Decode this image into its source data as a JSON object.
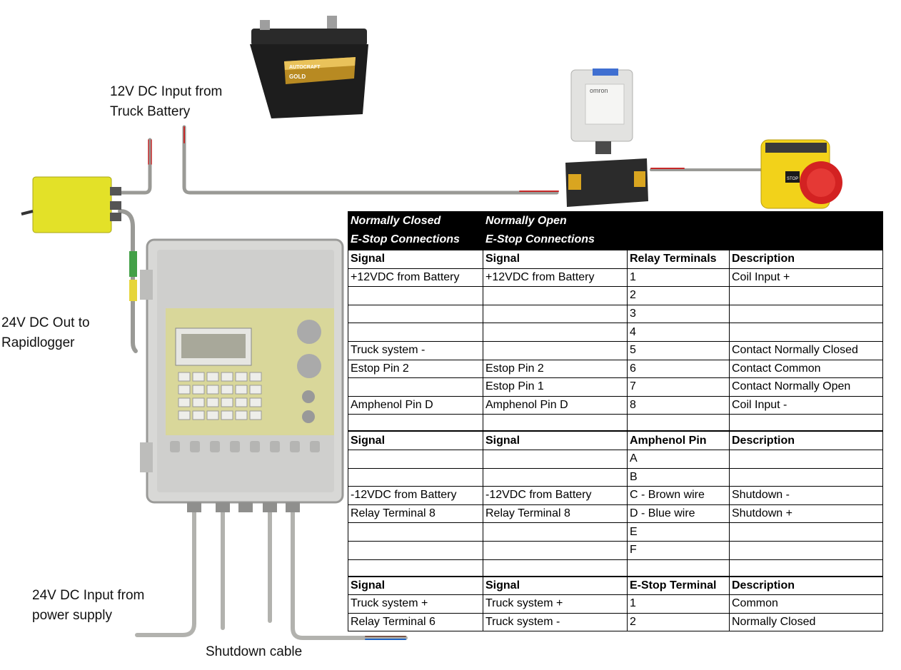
{
  "labels": {
    "battery_input": [
      "12V DC Input from",
      "Truck Battery"
    ],
    "out_rapidlogger": [
      "24V DC Out to",
      "Rapidlogger"
    ],
    "input_power_supply": [
      "24V DC Input from",
      "power supply"
    ],
    "shutdown_cable": "Shutdown cable"
  },
  "battery": {
    "brand": "AUTOCRAFT",
    "line": "GOLD"
  },
  "relay": {
    "brand": "omron"
  },
  "estop": {
    "label": "STOP"
  },
  "table": {
    "header_dark": [
      [
        "Normally Closed",
        "Normally Open",
        "",
        ""
      ],
      [
        "E-Stop Connections",
        "E-Stop Connections",
        "",
        ""
      ]
    ],
    "sections": [
      {
        "headers": [
          "Signal",
          "Signal",
          "Relay Terminals",
          "Description"
        ],
        "rows": [
          [
            "+12VDC from Battery",
            "+12VDC from Battery",
            "1",
            "Coil Input +"
          ],
          [
            "",
            "",
            "2",
            ""
          ],
          [
            "",
            "",
            "3",
            ""
          ],
          [
            "",
            "",
            "4",
            ""
          ],
          [
            "Truck system -",
            "",
            "5",
            "Contact Normally Closed"
          ],
          [
            "Estop Pin 2",
            "Estop Pin 2",
            "6",
            "Contact Common"
          ],
          [
            "",
            "Estop Pin 1",
            "7",
            "Contact Normally Open"
          ],
          [
            "Amphenol Pin D",
            "Amphenol Pin D",
            "8",
            "Coil Input -"
          ],
          [
            "",
            "",
            "",
            ""
          ]
        ]
      },
      {
        "headers": [
          "Signal",
          "Signal",
          "Amphenol Pin",
          "Description"
        ],
        "rows": [
          [
            "",
            "",
            "A",
            ""
          ],
          [
            "",
            "",
            "B",
            ""
          ],
          [
            "-12VDC from Battery",
            "-12VDC from Battery",
            "C - Brown wire",
            "Shutdown -"
          ],
          [
            "Relay Terminal 8",
            "Relay Terminal 8",
            "D - Blue wire",
            "Shutdown +"
          ],
          [
            "",
            "",
            "E",
            ""
          ],
          [
            "",
            "",
            "F",
            ""
          ],
          [
            "",
            "",
            "",
            ""
          ]
        ]
      },
      {
        "headers": [
          "Signal",
          "Signal",
          "E-Stop Terminal",
          "Description"
        ],
        "rows": [
          [
            "Truck system +",
            "Truck system +",
            "1",
            "Common"
          ],
          [
            "Relay Terminal 6",
            "Truck system -",
            "2",
            "Normally Closed"
          ]
        ]
      }
    ]
  }
}
